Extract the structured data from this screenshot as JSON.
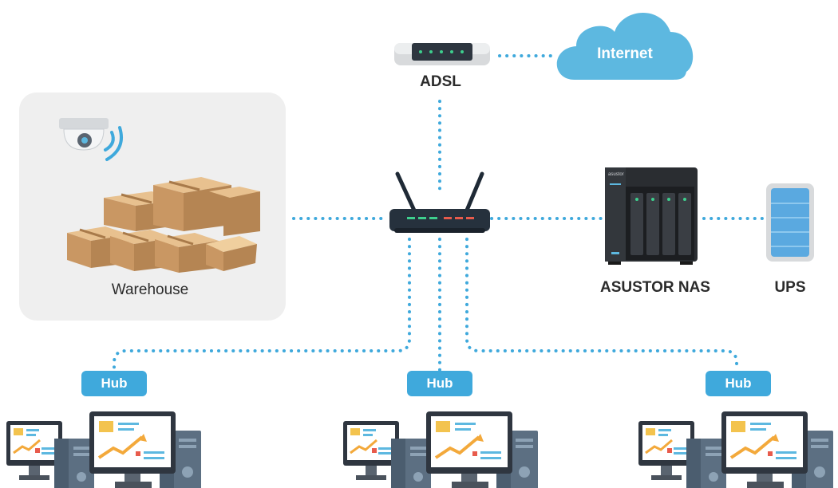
{
  "internet": {
    "label": "Internet",
    "icon": "cloud-icon",
    "color": "#5db8e0"
  },
  "adsl": {
    "label": "ADSL",
    "icon": "adsl-modem-icon"
  },
  "router": {
    "icon": "router-icon"
  },
  "warehouse": {
    "label": "Warehouse",
    "icons": [
      "security-camera-icon",
      "boxes-icon"
    ],
    "background": "#efefef"
  },
  "nas": {
    "label": "ASUSTOR NAS",
    "icon": "nas-icon",
    "brand": "asustor"
  },
  "ups": {
    "label": "UPS",
    "icon": "ups-icon"
  },
  "hubs": [
    {
      "label": "Hub",
      "workstations_icon": "workstations-icon"
    },
    {
      "label": "Hub",
      "workstations_icon": "workstations-icon"
    },
    {
      "label": "Hub",
      "workstations_icon": "workstations-icon"
    }
  ],
  "link_color": "#3fa9dc",
  "hub_color": "#3fa9dc"
}
